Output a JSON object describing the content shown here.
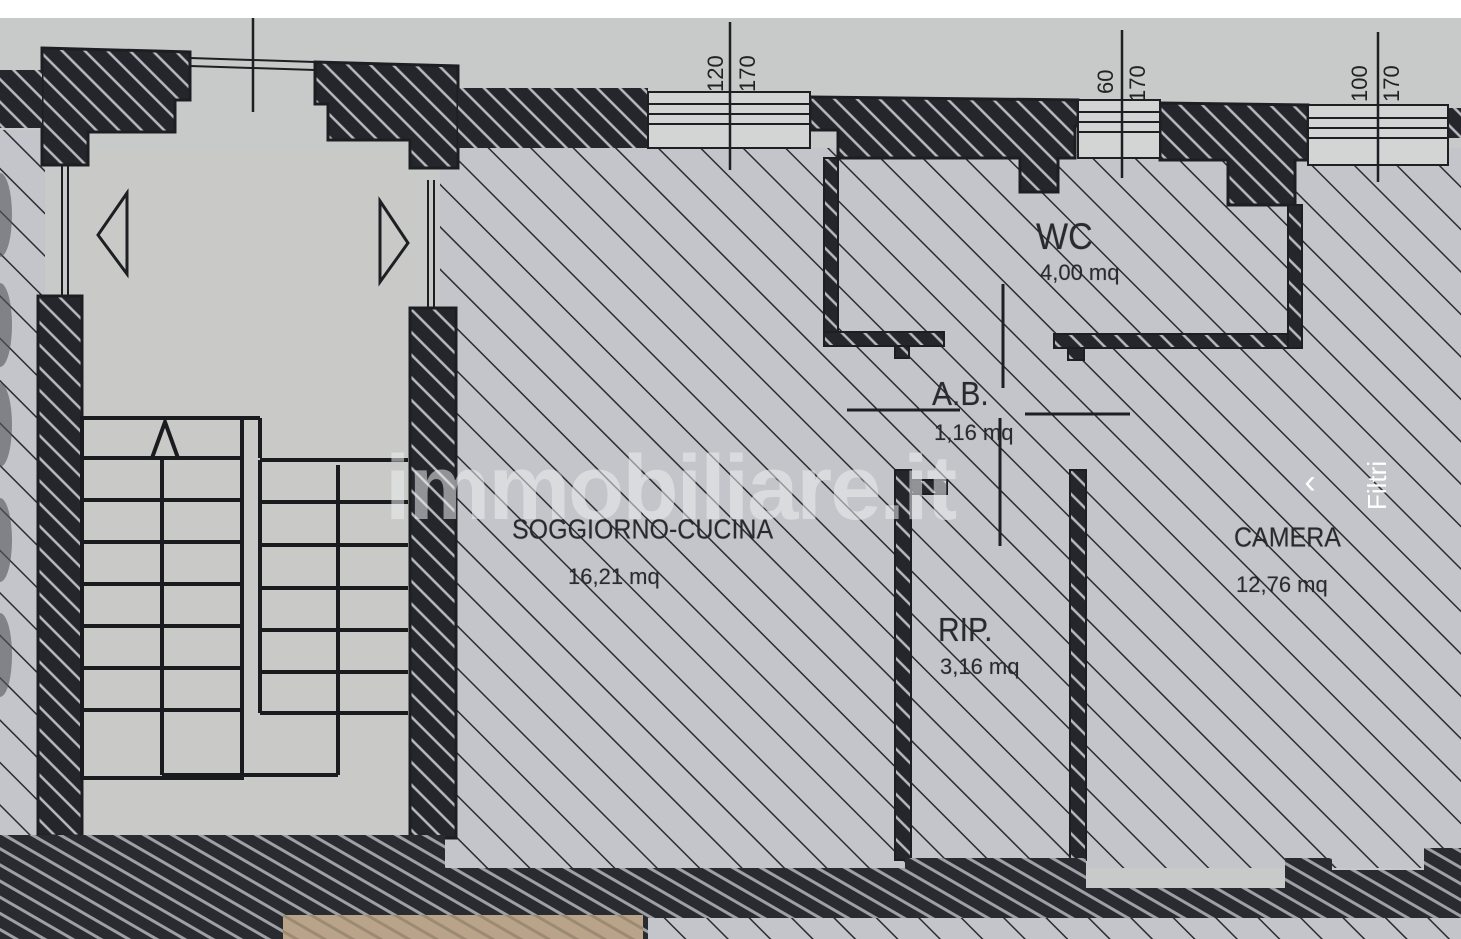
{
  "viewer": {
    "watermark": "immobiliare.it",
    "filters_label": "Filtri",
    "back_icon": "chevron-left-icon"
  },
  "floor_plan": {
    "window_dimensions": [
      {
        "width": "120",
        "height": "170"
      },
      {
        "width": "60",
        "height": "170"
      },
      {
        "width": "100",
        "height": "170"
      }
    ],
    "rooms": [
      {
        "name": "SOGGIORNO-CUCINA",
        "area": "16,21 mq"
      },
      {
        "name": "WC",
        "area": "4,00 mq"
      },
      {
        "name": "A.B.",
        "area": "1,16 mq"
      },
      {
        "name": "RIP.",
        "area": "3,16 mq"
      },
      {
        "name": "CAMERA",
        "area": "12,76 mq"
      }
    ]
  },
  "colors": {
    "paper": "#c7c8ca",
    "wall": "#25262b",
    "hatch": "#2b2c31",
    "stair_bg": "#c9cac8",
    "floor_below_tan": "#b9a489"
  }
}
